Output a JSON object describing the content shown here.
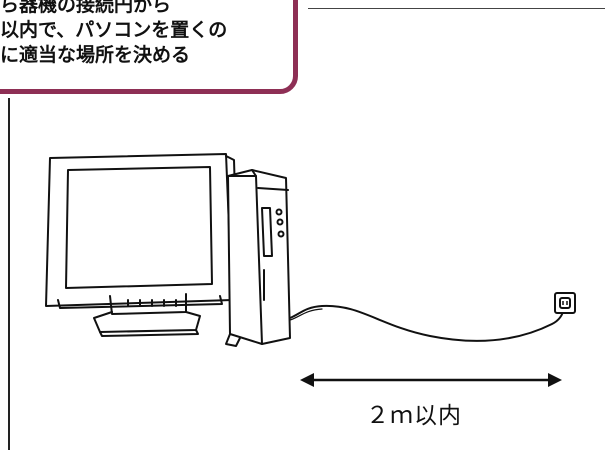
{
  "callout": {
    "lines": [
      "ら器機の接続円から",
      "以内で、パソコンを置くの",
      "に適当な場所を決める"
    ],
    "border_color": "#8e2f55"
  },
  "illustration": {
    "distance_label": "２ｍ以内",
    "icons": [
      "crt-monitor-icon",
      "tower-pc-icon",
      "power-cord-icon",
      "wall-outlet-icon",
      "double-arrow-icon"
    ]
  }
}
